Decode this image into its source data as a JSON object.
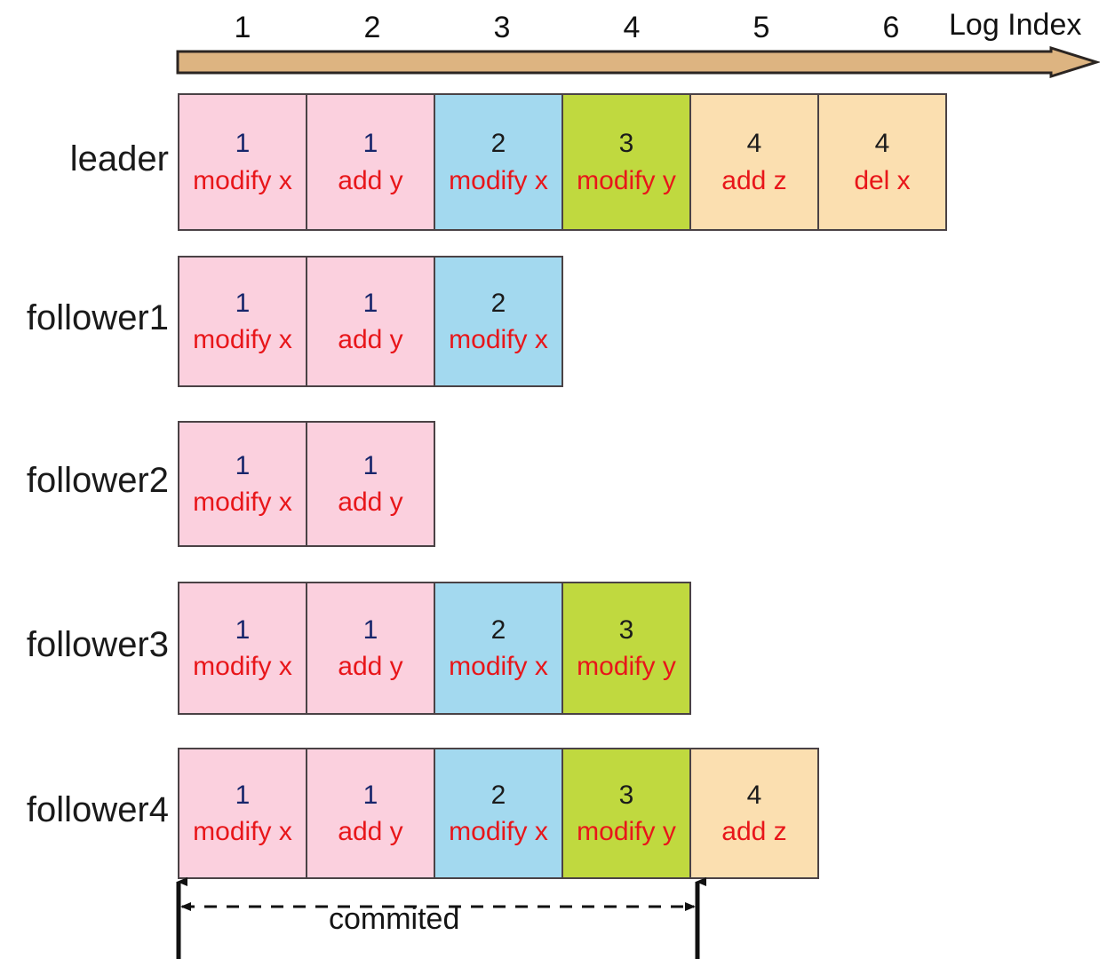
{
  "header": {
    "title": "Log Index",
    "indices": [
      "1",
      "2",
      "3",
      "4",
      "5",
      "6"
    ],
    "axis_arrow_name": "log-index-axis-arrow"
  },
  "colors": {
    "term1": "#fbd0de",
    "term2": "#a3d9ef",
    "term3": "#c0d93f",
    "term4": "#fbdfb0",
    "axis_arrow": "#ddb481",
    "outline": "#4a4245",
    "command_text": "#e8161a",
    "term_text_navy": "#16256b",
    "term_text_dark": "#1b1b1b",
    "label_text": "#1a1a1a"
  },
  "rows": [
    {
      "label": "leader",
      "cells": [
        {
          "term": "1",
          "command": "modify x",
          "color": "#fbd0de",
          "term_color": "navy"
        },
        {
          "term": "1",
          "command": "add y",
          "color": "#fbd0de",
          "term_color": "navy"
        },
        {
          "term": "2",
          "command": "modify x",
          "color": "#a3d9ef",
          "term_color": "dark"
        },
        {
          "term": "3",
          "command": "modify y",
          "color": "#c0d93f",
          "term_color": "dark"
        },
        {
          "term": "4",
          "command": "add z",
          "color": "#fbdfb0",
          "term_color": "dark"
        },
        {
          "term": "4",
          "command": "del x",
          "color": "#fbdfb0",
          "term_color": "dark"
        }
      ]
    },
    {
      "label": "follower1",
      "cells": [
        {
          "term": "1",
          "command": "modify x",
          "color": "#fbd0de",
          "term_color": "navy"
        },
        {
          "term": "1",
          "command": "add y",
          "color": "#fbd0de",
          "term_color": "navy"
        },
        {
          "term": "2",
          "command": "modify x",
          "color": "#a3d9ef",
          "term_color": "dark"
        }
      ]
    },
    {
      "label": "follower2",
      "cells": [
        {
          "term": "1",
          "command": "modify x",
          "color": "#fbd0de",
          "term_color": "navy"
        },
        {
          "term": "1",
          "command": "add y",
          "color": "#fbd0de",
          "term_color": "navy"
        }
      ]
    },
    {
      "label": "follower3",
      "cells": [
        {
          "term": "1",
          "command": "modify x",
          "color": "#fbd0de",
          "term_color": "navy"
        },
        {
          "term": "1",
          "command": "add y",
          "color": "#fbd0de",
          "term_color": "navy"
        },
        {
          "term": "2",
          "command": "modify x",
          "color": "#a3d9ef",
          "term_color": "dark"
        },
        {
          "term": "3",
          "command": "modify y",
          "color": "#c0d93f",
          "term_color": "dark"
        }
      ]
    },
    {
      "label": "follower4",
      "cells": [
        {
          "term": "1",
          "command": "modify x",
          "color": "#fbd0de",
          "term_color": "navy"
        },
        {
          "term": "1",
          "command": "add y",
          "color": "#fbd0de",
          "term_color": "navy"
        },
        {
          "term": "2",
          "command": "modify x",
          "color": "#a3d9ef",
          "term_color": "dark"
        },
        {
          "term": "3",
          "command": "modify y",
          "color": "#c0d93f",
          "term_color": "dark"
        },
        {
          "term": "4",
          "command": "add z",
          "color": "#fbdfb0",
          "term_color": "dark"
        }
      ]
    }
  ],
  "commit_marker": {
    "label": "commited",
    "span_start_index": "1",
    "span_end_index": "4"
  }
}
